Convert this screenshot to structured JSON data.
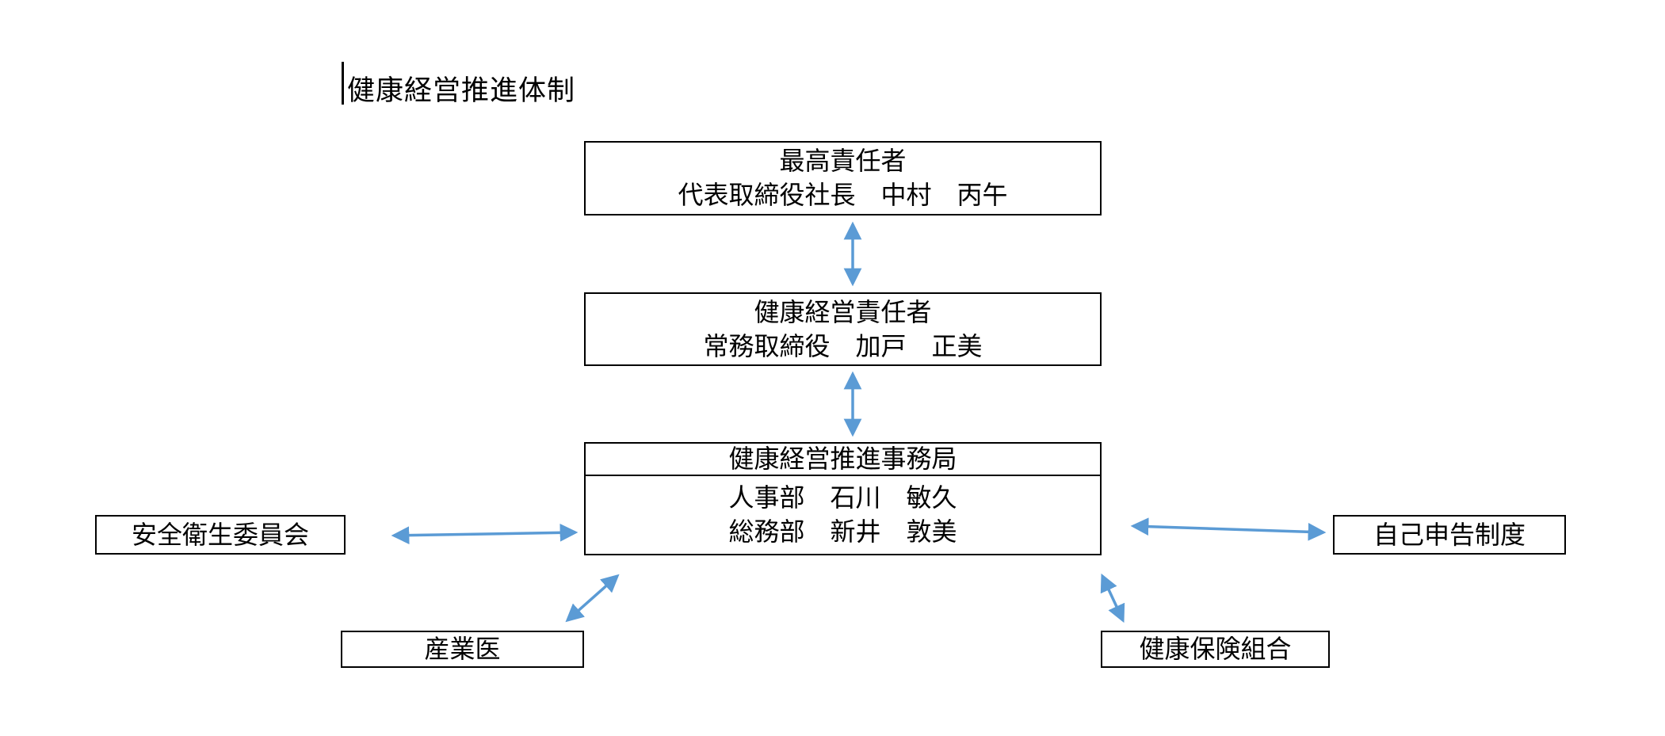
{
  "title": "健康経営推進体制",
  "colors": {
    "arrow": "#5B9BD5",
    "box_border": "#000000",
    "text": "#000000",
    "background": "#FFFFFF"
  },
  "boxes": {
    "top": {
      "line1": "最高責任者",
      "line2": "代表取締役社長　中村　丙午"
    },
    "middle": {
      "line1": "健康経営責任者",
      "line2": "常務取締役　加戸　正美"
    },
    "office": {
      "header": "健康経営推進事務局",
      "member1": "人事部　石川　敏久",
      "member2": "総務部　新井　敦美"
    },
    "left": {
      "label": "安全衛生委員会"
    },
    "right": {
      "label": "自己申告制度"
    },
    "bottom_left": {
      "label": "産業医"
    },
    "bottom_right": {
      "label": "健康保険組合"
    }
  },
  "arrows": [
    {
      "name": "arrow-top-to-middle",
      "type": "double-headed-vertical"
    },
    {
      "name": "arrow-middle-to-office",
      "type": "double-headed-vertical"
    },
    {
      "name": "arrow-office-to-safety-committee",
      "type": "double-headed-horizontal"
    },
    {
      "name": "arrow-office-to-self-report",
      "type": "double-headed-horizontal"
    },
    {
      "name": "arrow-office-to-physician",
      "type": "double-headed-diagonal"
    },
    {
      "name": "arrow-office-to-insurance",
      "type": "double-headed-diagonal"
    }
  ]
}
